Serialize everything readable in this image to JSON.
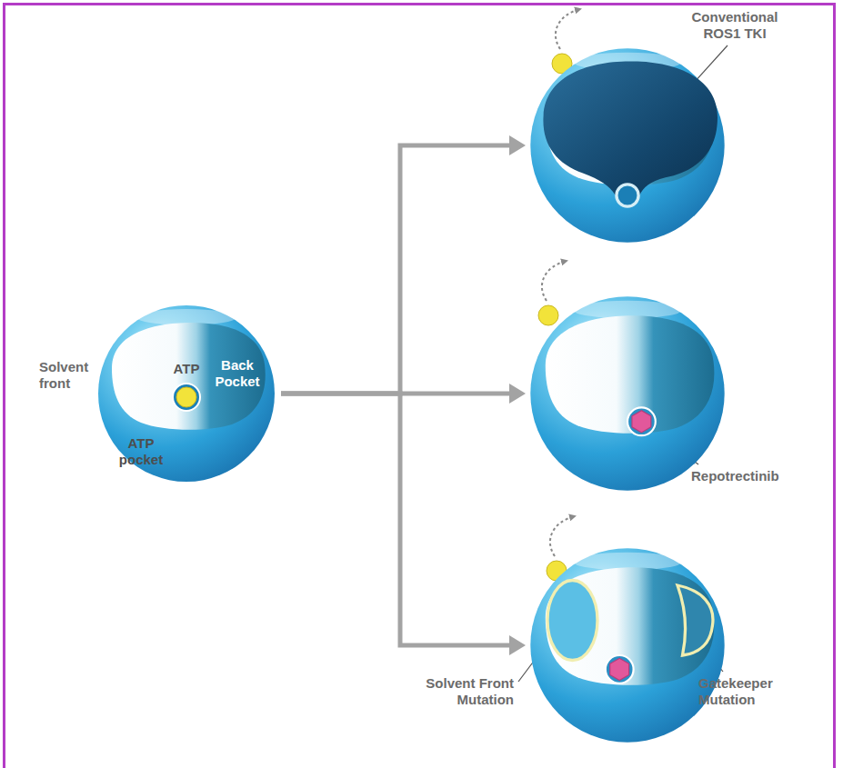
{
  "diagram": {
    "nodes": [
      {
        "text": [
          "Solvent front",
          "ATP",
          "Back Pocket",
          "ATP pocket"
        ]
      },
      {
        "text": [
          "Conventional ROS1 TKI"
        ]
      },
      {
        "text": [
          "Repotrectinib"
        ]
      },
      {
        "text": [
          "Solvent Front Mutation",
          "Gatekeeper Mutation"
        ]
      }
    ],
    "edges": [
      {
        "from": 0,
        "to": 1,
        "arrow": "to"
      },
      {
        "from": 0,
        "to": 2,
        "arrow": "to"
      },
      {
        "from": 0,
        "to": 3,
        "arrow": "to"
      }
    ]
  }
}
